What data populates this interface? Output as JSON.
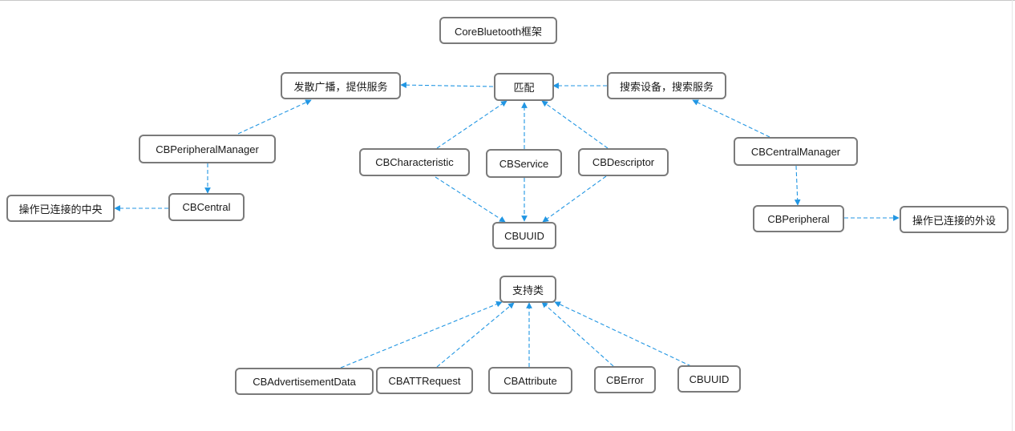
{
  "diagram": {
    "line_color": "#2196e3",
    "nodes": {
      "framework": "CoreBluetooth框架",
      "match": "匹配",
      "advertise": "发散广播，提供服务",
      "scan": "搜索设备，搜索服务",
      "peripheral_manager": "CBPeripheralManager",
      "central": "CBCentral",
      "op_central": "操作已连接的中央",
      "characteristic": "CBCharacteristic",
      "service": "CBService",
      "descriptor": "CBDescriptor",
      "uuid_top": "CBUUID",
      "central_manager": "CBCentralManager",
      "peripheral": "CBPeripheral",
      "op_peripheral": "操作已连接的外设",
      "support": "支持类",
      "adv_data": "CBAdvertisementData",
      "att_request": "CBATTRequest",
      "attribute": "CBAttribute",
      "error": "CBError",
      "uuid_bottom": "CBUUID"
    }
  }
}
